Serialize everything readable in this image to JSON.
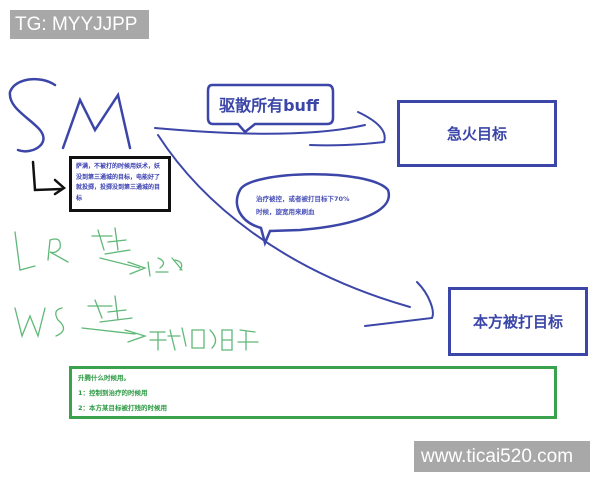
{
  "watermarks": {
    "top": "TG: MYYJJPP",
    "bottom": "www.ticai520.com"
  },
  "handwriting": {
    "sm": "SM",
    "lr_line": "LR 控 > 治疗",
    "ws_line": "WS 控 > 不打的目标"
  },
  "notes": {
    "shaman_note": "萨满，不被打的时候用妖术，妖没到第三通城的目标，电能好了就投掷，投掷没到第三通城的目标",
    "dispel_bubble": "驱散所有buff",
    "heal_bubble_line1": "治疗被控，或者被打目标下70%",
    "heal_bubble_line2": "时候，旋宽用来刷血"
  },
  "targets": {
    "fire_target": "急火目标",
    "our_hit_target": "本方被打目标"
  },
  "green_note": {
    "title": "升腾什么时候用。",
    "item1": "1：控制到治疗的时候用",
    "item2": "2：本方某目标被打残的时候用"
  },
  "colors": {
    "ink_blue": "#3b46a8",
    "ink_green": "#5fb878",
    "box_green": "#3aa24d",
    "watermark_gray": "#a8a8a8"
  }
}
